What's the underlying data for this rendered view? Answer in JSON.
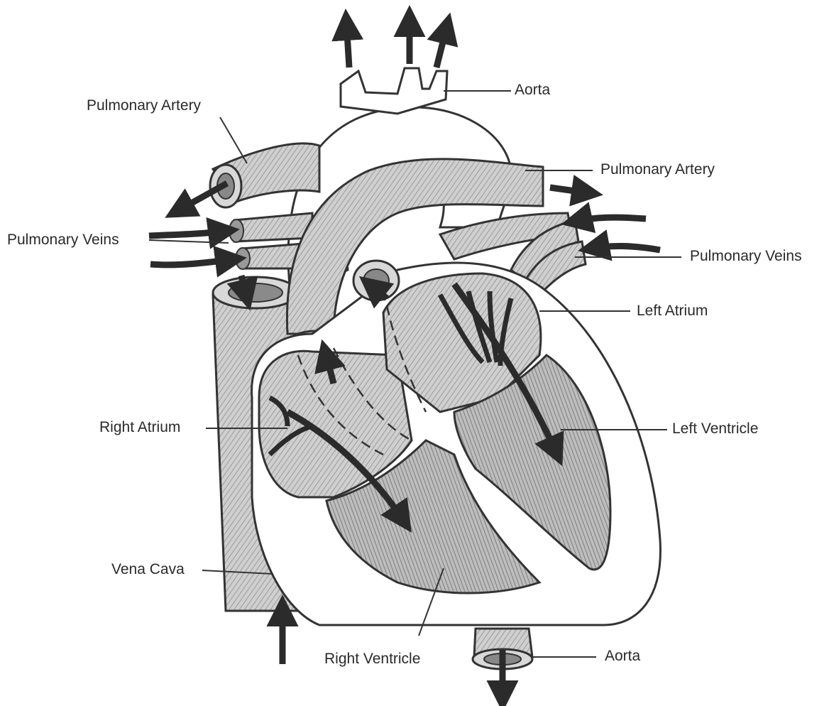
{
  "labels": {
    "aorta_top": "Aorta",
    "pulmonary_artery_left": "Pulmonary Artery",
    "pulmonary_artery_right": "Pulmonary Artery",
    "pulmonary_veins_left": "Pulmonary Veins",
    "pulmonary_veins_right": "Pulmonary Veins",
    "left_atrium": "Left Atrium",
    "right_atrium": "Right Atrium",
    "left_ventricle": "Left Ventricle",
    "vena_cava": "Vena Cava",
    "right_ventricle": "Right Ventricle",
    "aorta_bottom": "Aorta"
  }
}
